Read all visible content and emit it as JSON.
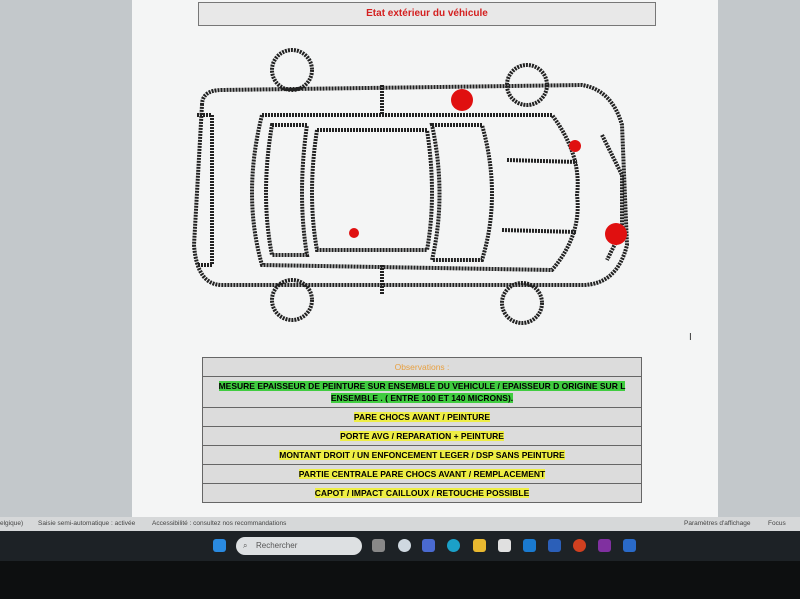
{
  "document": {
    "title": "Etat extérieur du véhicule",
    "observations_header": "Observations :",
    "observations": [
      {
        "text": "MESURE EPAISSEUR DE PEINTURE SUR ENSEMBLE DU VEHICULE / EPAISSEUR D ORIGINE SUR L ENSEMBLE . ( ENTRE 100 ET 140 MICRONS).",
        "highlight": "#40cc40"
      },
      {
        "text": "PARE CHOCS AVANT / PEINTURE",
        "highlight": "#eeee44"
      },
      {
        "text": "PORTE AVG / REPARATION + PEINTURE",
        "highlight": "#eeee44"
      },
      {
        "text": "MONTANT DROIT / UN ENFONCEMENT LEGER / DSP SANS PEINTURE",
        "highlight": "#eeee44"
      },
      {
        "text": "PARTIE CENTRALE PARE CHOCS AVANT / REMPLACEMENT",
        "highlight": "#eeee44"
      },
      {
        "text": "CAPOT / IMPACT CAILLOUX / RETOUCHE POSSIBLE",
        "highlight": "#eeee44"
      }
    ],
    "damage_marker_color": "#e01010"
  },
  "statusbar": {
    "language": "elgique)",
    "autocomplete": "Saisie semi-automatique : activée",
    "accessibility": "Accessibilité : consultez nos recommandations",
    "display_settings": "Paramètres d'affichage",
    "focus": "Focus"
  },
  "taskbar": {
    "search_placeholder": "Rechercher"
  }
}
